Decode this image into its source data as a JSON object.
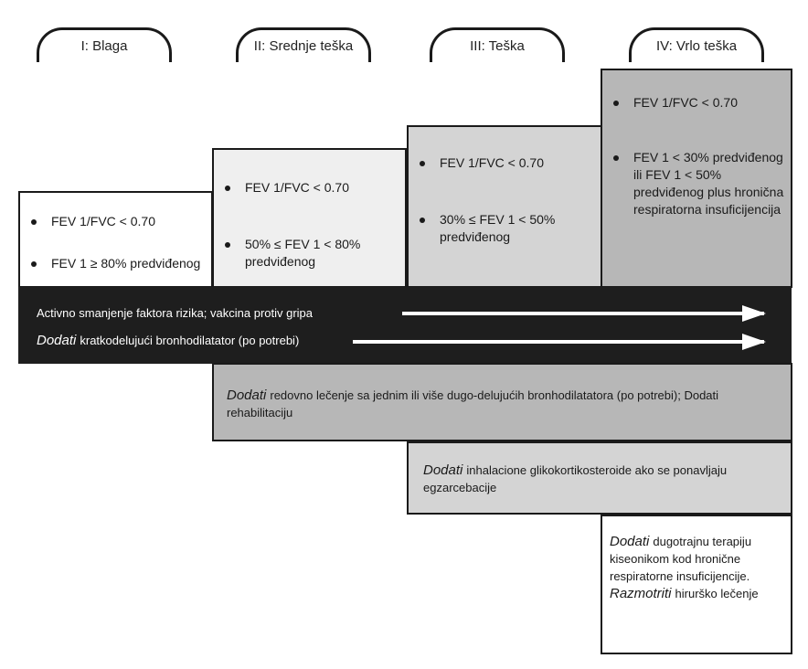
{
  "stages": [
    {
      "label": "I: Blaga",
      "criteria": [
        "FEV 1/FVC < 0.70",
        "FEV 1 ≥ 80% predviđenog"
      ]
    },
    {
      "label": "II: Srednje teška",
      "criteria": [
        "FEV 1/FVC < 0.70",
        "50% ≤ FEV 1 < 80% predviđenog"
      ]
    },
    {
      "label": "III: Teška",
      "criteria": [
        "FEV 1/FVC < 0.70",
        "30% ≤ FEV 1 < 50% predviđenog"
      ]
    },
    {
      "label": "IV: Vrlo teška",
      "criteria": [
        "FEV 1/FVC < 0.70",
        "FEV 1 < 30% predviđenog ili FEV 1 < 50% predviđenog plus hronična respiratorna insuficijencija"
      ]
    }
  ],
  "band": {
    "line1": "Activno smanjenje faktora rizika; vakcina protiv gripa",
    "line2_em": "Dodati",
    "line2_rest": "kratkodelujući bronhodilatator (po potrebi)"
  },
  "treatments": [
    {
      "em": "Dodati",
      "text": "redovno lečenje sa jednim ili više dugo-delujućih bronhodilatatora (po potrebi); Dodati rehabilitaciju"
    },
    {
      "em": "Dodati",
      "text": "inhalacione glikokortikosteroide ako se ponavljaju egzarcebacije"
    },
    {
      "em": "Dodati",
      "text": "dugotrajnu terapiju kiseonikom kod hronične respiratorne insuficijencije.",
      "em2": "Razmotriti",
      "text2": "hirurško lečenje"
    }
  ],
  "colors": {
    "stage1": "#ffffff",
    "stage2": "#efefef",
    "stage3": "#d4d4d4",
    "stage4": "#b7b7b7",
    "band": "#1e1e1e",
    "treat1": "#b7b7b7",
    "treat2": "#d4d4d4",
    "treat3": "#ffffff"
  }
}
